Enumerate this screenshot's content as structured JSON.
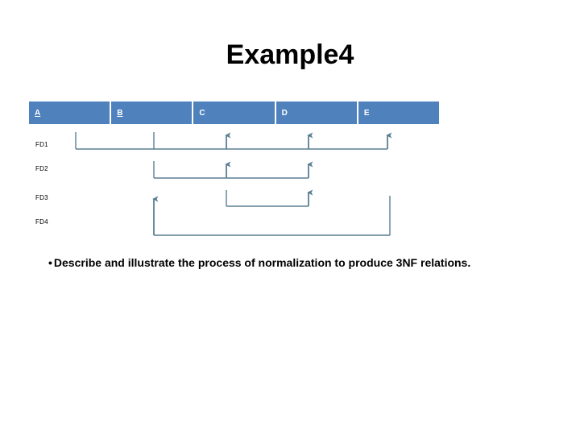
{
  "slide": {
    "title": "Example4",
    "background_color": "#FFFFFF"
  },
  "attribute_bar": {
    "fill_color": "#4F81BD",
    "text_color": "#FFFFFF",
    "columns": [
      {
        "label": "A",
        "underlined": true,
        "is_key": true
      },
      {
        "label": "B",
        "underlined": true,
        "is_key": true
      },
      {
        "label": "C",
        "underlined": false,
        "is_key": false
      },
      {
        "label": "D",
        "underlined": false,
        "is_key": false
      },
      {
        "label": "E",
        "underlined": false,
        "is_key": false
      }
    ]
  },
  "functional_dependencies": {
    "line_color": "#5B7F93",
    "rows": [
      {
        "label": "FD1",
        "determinants": [
          "A",
          "B"
        ],
        "dependents": [
          "C",
          "D",
          "E"
        ],
        "notation": "A, B -> C, D, E"
      },
      {
        "label": "FD2",
        "determinants": [
          "B"
        ],
        "dependents": [
          "C",
          "D"
        ],
        "notation": "B -> C, D"
      },
      {
        "label": "FD3",
        "determinants": [
          "C"
        ],
        "dependents": [
          "D"
        ],
        "notation": "C -> D"
      },
      {
        "label": "FD4",
        "determinants": [
          "E"
        ],
        "dependents": [
          "B"
        ],
        "notation": "E -> B"
      }
    ]
  },
  "body": {
    "bullet_marker": "•",
    "bullet_text": "Describe and illustrate the process of normalization to produce 3NF relations."
  }
}
